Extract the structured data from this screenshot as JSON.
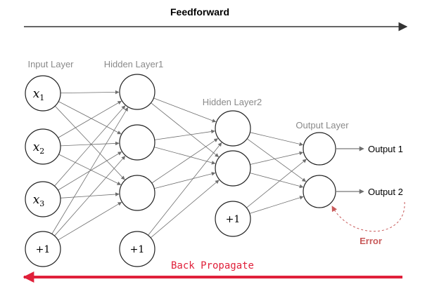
{
  "header": {
    "title": "Feedforward"
  },
  "layers": {
    "input": {
      "label": "Input Layer"
    },
    "hidden1": {
      "label": "Hidden Layer1"
    },
    "hidden2": {
      "label": "Hidden Layer2"
    },
    "output": {
      "label": "Output Layer"
    }
  },
  "nodes": {
    "x1": {
      "base": "x",
      "sub": "1"
    },
    "x2": {
      "base": "x",
      "sub": "2"
    },
    "x3": {
      "base": "x",
      "sub": "3"
    },
    "bias_input": "+1",
    "bias_hidden1": "+1",
    "bias_hidden2": "+1"
  },
  "outputs": {
    "out1": "Output 1",
    "out2": "Output 2"
  },
  "error": {
    "label": "Error"
  },
  "backprop": {
    "label": "Back Propagate"
  },
  "colors": {
    "backprop": "#e0203a",
    "error": "#c85a5a",
    "edges": "#6e6e6e",
    "layer_labels": "#8a8a8a"
  }
}
